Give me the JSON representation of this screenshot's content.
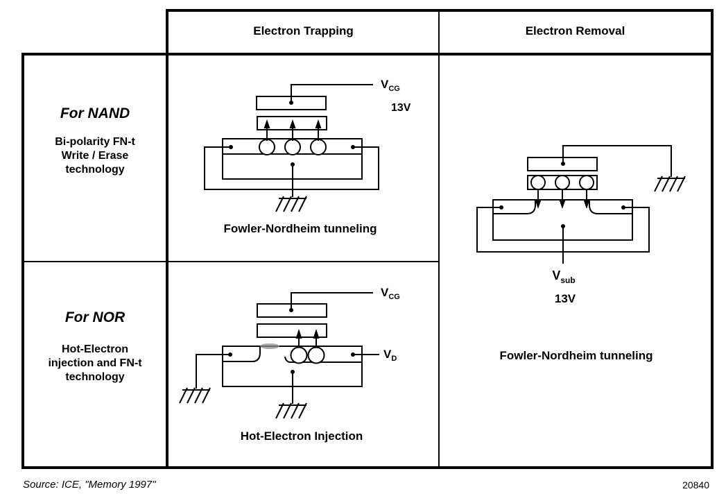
{
  "header": {
    "trapping": "Electron Trapping",
    "removal": "Electron Removal"
  },
  "left_column": {
    "nand": {
      "title": "For NAND",
      "lines": [
        "Bi-polarity FN-t",
        "Write / Erase",
        "technology"
      ]
    },
    "nor": {
      "title": "For NOR",
      "lines": [
        "Hot-Electron",
        "injection and FN-t",
        "technology"
      ]
    }
  },
  "diagrams": {
    "nand_trapping": {
      "caption": "Fowler-Nordheim tunneling",
      "vcg_v": "V",
      "vcg_sub": "CG",
      "voltage": "13V"
    },
    "nor_trapping": {
      "caption": "Hot-Electron Injection",
      "vcg_v": "V",
      "vcg_sub": "CG",
      "vd_v": "V",
      "vd_sub": "D"
    },
    "removal": {
      "caption": "Fowler-Nordheim tunneling",
      "vsub_v": "V",
      "vsub_sub": "sub",
      "voltage": "13V"
    }
  },
  "footer": {
    "source": "Source:  ICE, \"Memory 1997\"",
    "figure_number": "20840"
  },
  "colors": {
    "ink": "#000000",
    "background": "#ffffff"
  }
}
